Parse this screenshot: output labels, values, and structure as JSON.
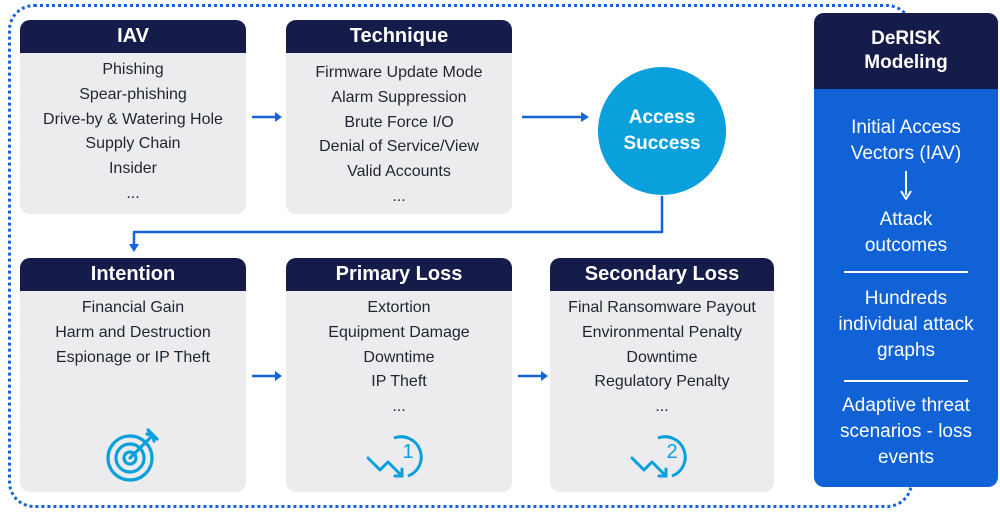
{
  "boxes": {
    "iav": {
      "title": "IAV",
      "items": [
        "Phishing",
        "Spear-phishing",
        "Drive-by & Watering Hole",
        "Supply Chain",
        "Insider",
        "..."
      ]
    },
    "technique": {
      "title": "Technique",
      "items": [
        "Firmware Update Mode",
        "Alarm Suppression",
        "Brute Force I/O",
        "Denial of Service/View",
        "Valid Accounts",
        "..."
      ]
    },
    "intention": {
      "title": "Intention",
      "items": [
        "Financial Gain",
        "Harm and Destruction",
        "Espionage or IP Theft"
      ]
    },
    "primary_loss": {
      "title": "Primary Loss",
      "items": [
        "Extortion",
        "Equipment Damage",
        "Downtime",
        "IP Theft",
        "..."
      ],
      "badge": "1"
    },
    "secondary_loss": {
      "title": "Secondary Loss",
      "items": [
        "Final Ransomware Payout",
        "Environmental Penalty",
        "Downtime",
        "Regulatory Penalty",
        "..."
      ],
      "badge": "2"
    }
  },
  "access_success": {
    "line1": "Access",
    "line2": "Success"
  },
  "sidebar": {
    "title_line1": "DeRISK",
    "title_line2": "Modeling",
    "block1": {
      "line1": "Initial Access",
      "line2": "Vectors (IAV)"
    },
    "block2": {
      "line1": "Attack",
      "line2": "outcomes"
    },
    "block3": {
      "line1": "Hundreds",
      "line2": "individual attack",
      "line3": "graphs"
    },
    "block4": {
      "line1": "Adaptive threat",
      "line2": "scenarios - loss",
      "line3": "events"
    }
  },
  "colors": {
    "header_navy": "#161c4a",
    "box_grey": "#ececee",
    "accent_blue": "#1062d6",
    "circle_cyan": "#0aa0dc",
    "arrow_blue": "#1565d8"
  },
  "icons": {
    "intention": "target-icon",
    "primary_loss": "downtrend-arrow-icon",
    "secondary_loss": "downtrend-arrow-icon"
  }
}
